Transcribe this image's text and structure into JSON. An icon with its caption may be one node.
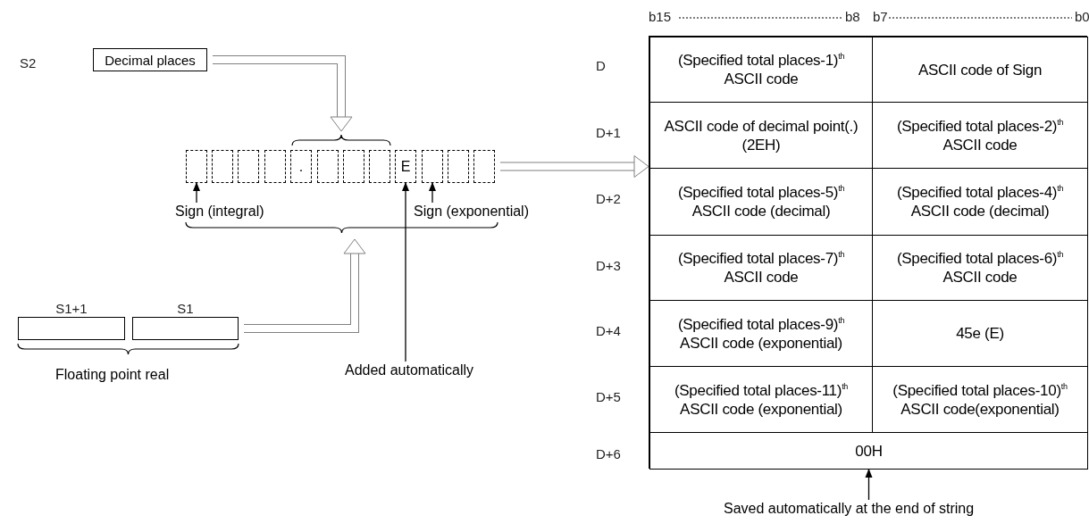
{
  "diagram": {
    "nodes": [
      {
        "text": [
          "Decimal places"
        ]
      },
      {
        "text": [],
        "shape": "box"
      },
      {
        "text": [],
        "shape": "box"
      },
      {
        "text": [],
        "shape": "box"
      },
      {
        "text": [],
        "shape": "box"
      },
      {
        "text": [
          "."
        ]
      },
      {
        "text": [],
        "shape": "box"
      },
      {
        "text": [],
        "shape": "box"
      },
      {
        "text": [],
        "shape": "box"
      },
      {
        "text": [
          "E"
        ]
      },
      {
        "text": [],
        "shape": "box"
      },
      {
        "text": [],
        "shape": "box"
      },
      {
        "text": [],
        "shape": "box"
      },
      {
        "text": [
          "Sign (integral)"
        ]
      },
      {
        "text": [
          "Sign (exponential)"
        ]
      },
      {
        "text": [
          "S1+1"
        ]
      },
      {
        "text": [
          "S1"
        ]
      },
      {
        "text": [
          "Added automatically"
        ]
      },
      {
        "text": [],
        "shape": "box"
      },
      {
        "text": [
          "(Specified total places-1)$^{th}$ ASCII code"
        ],
        "in": 18
      },
      {
        "text": [
          "ASCII code of Sign"
        ],
        "in": 18
      },
      {
        "text": [
          "ASCII code of decimal point(.)(2EH)"
        ],
        "in": 18
      },
      {
        "text": [
          "(Specified total places-2)$^{th}$ ASCII code"
        ],
        "in": 18
      },
      {
        "text": [
          "(Specified total places-5)$^{th}$ ASCII code (decimal)"
        ],
        "in": 18
      },
      {
        "text": [
          "(Specified total places-4)$^{th}$ ASCII code (decimal)"
        ],
        "in": 18
      },
      {
        "text": [
          "(Specified total places-7)$^{th}$ ASCII code"
        ],
        "in": 18
      },
      {
        "text": [
          "(Specified total places-6)$^{th}$ ASCII code"
        ],
        "in": 18
      },
      {
        "text": [
          "(Specified total places-9)$^{th}$ ASCII code (exponential)"
        ],
        "in": 18
      },
      {
        "text": [
          "45e (E)"
        ],
        "in": 18
      },
      {
        "text": [
          "(Specified total places-11)$^{th}$ ASCII code (exponential)"
        ],
        "in": 18
      },
      {
        "text": [
          "(Specified total places-10)$^{th}$ ASCII code(exponential)"
        ],
        "in": 18
      },
      {
        "text": [
          "00H"
        ],
        "in": 18
      },
      {
        "text": [
          "Saved automatically at the end of string"
        ]
      }
    ],
    "edges": [
      {
        "from": 0,
        "to": null,
        "arrow": "to",
        "style": "thick",
        "color": "#808080"
      },
      {
        "from": 13,
        "to": 1,
        "arrow": "to"
      },
      {
        "from": 14,
        "to": 10,
        "arrow": "to"
      },
      {
        "from": 16,
        "to": null,
        "arrow": "to",
        "style": "thick",
        "color": "#808080"
      },
      {
        "from": 17,
        "to": 9,
        "arrow": "to"
      },
      {
        "from": 12,
        "to": 18,
        "arrow": "to",
        "style": "thick",
        "color": "#808080"
      },
      {
        "from": 32,
        "to": 31,
        "arrow": "to"
      }
    ],
    "labels": [
      "S2",
      "b15",
      "b8",
      "b7",
      "b0",
      "D",
      "D+1",
      "D+2",
      "D+3",
      "D+4",
      "D+5",
      "D+6",
      "Floating point real"
    ]
  }
}
